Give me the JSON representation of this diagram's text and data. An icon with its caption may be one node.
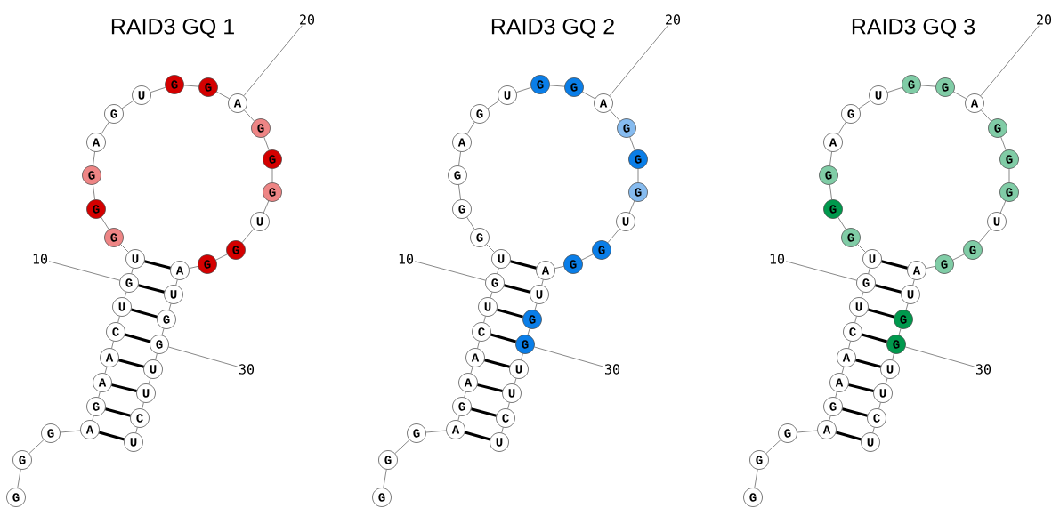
{
  "diagram": {
    "nodes": [
      {
        "text": [
          "G"
        ]
      },
      {
        "text": [
          "G"
        ]
      },
      {
        "text": [
          "G"
        ]
      },
      {
        "text": [
          "A"
        ]
      },
      {
        "text": [
          "G"
        ]
      },
      {
        "text": [
          "A"
        ]
      },
      {
        "text": [
          "A"
        ]
      },
      {
        "text": [
          "C"
        ]
      },
      {
        "text": [
          "U"
        ]
      },
      {
        "text": [
          "G"
        ]
      },
      {
        "text": [
          "U"
        ]
      },
      {
        "text": [
          "G"
        ]
      },
      {
        "text": [
          "G"
        ]
      },
      {
        "text": [
          "G"
        ]
      },
      {
        "text": [
          "A"
        ]
      },
      {
        "text": [
          "G"
        ]
      },
      {
        "text": [
          "U"
        ]
      },
      {
        "text": [
          "G"
        ]
      },
      {
        "text": [
          "G"
        ]
      },
      {
        "text": [
          "A"
        ]
      },
      {
        "text": [
          "G"
        ]
      },
      {
        "text": [
          "G"
        ]
      },
      {
        "text": [
          "G"
        ]
      },
      {
        "text": [
          "U"
        ]
      },
      {
        "text": [
          "G"
        ]
      },
      {
        "text": [
          "G"
        ]
      },
      {
        "text": [
          "A"
        ]
      },
      {
        "text": [
          "U"
        ]
      },
      {
        "text": [
          "G"
        ]
      },
      {
        "text": [
          "G"
        ]
      },
      {
        "text": [
          "U"
        ]
      },
      {
        "text": [
          "U"
        ]
      },
      {
        "text": [
          "C"
        ]
      },
      {
        "text": [
          "U"
        ]
      },
      {
        "text": [
          "10"
        ]
      },
      {
        "text": [
          "20"
        ]
      },
      {
        "text": [
          "30"
        ]
      },
      {
        "text": [
          "G"
        ]
      },
      {
        "text": [
          "G"
        ]
      },
      {
        "text": [
          "G"
        ]
      },
      {
        "text": [
          "A"
        ]
      },
      {
        "text": [
          "G"
        ]
      },
      {
        "text": [
          "A"
        ]
      },
      {
        "text": [
          "A"
        ]
      },
      {
        "text": [
          "C"
        ]
      },
      {
        "text": [
          "U"
        ]
      },
      {
        "text": [
          "G"
        ]
      },
      {
        "text": [
          "U"
        ]
      },
      {
        "text": [
          "G"
        ]
      },
      {
        "text": [
          "G"
        ]
      },
      {
        "text": [
          "G"
        ]
      },
      {
        "text": [
          "A"
        ]
      },
      {
        "text": [
          "G"
        ]
      },
      {
        "text": [
          "U"
        ]
      },
      {
        "text": [
          "G"
        ]
      },
      {
        "text": [
          "G"
        ]
      },
      {
        "text": [
          "A"
        ]
      },
      {
        "text": [
          "G"
        ]
      },
      {
        "text": [
          "G"
        ]
      },
      {
        "text": [
          "G"
        ]
      },
      {
        "text": [
          "U"
        ]
      },
      {
        "text": [
          "G"
        ]
      },
      {
        "text": [
          "G"
        ]
      },
      {
        "text": [
          "A"
        ]
      },
      {
        "text": [
          "U"
        ]
      },
      {
        "text": [
          "G"
        ]
      },
      {
        "text": [
          "G"
        ]
      },
      {
        "text": [
          "U"
        ]
      },
      {
        "text": [
          "U"
        ]
      },
      {
        "text": [
          "C"
        ]
      },
      {
        "text": [
          "U"
        ]
      },
      {
        "text": [
          "10"
        ]
      },
      {
        "text": [
          "20"
        ]
      },
      {
        "text": [
          "30"
        ]
      },
      {
        "text": [
          "G"
        ]
      },
      {
        "text": [
          "G"
        ]
      },
      {
        "text": [
          "G"
        ]
      },
      {
        "text": [
          "A"
        ]
      },
      {
        "text": [
          "G"
        ]
      },
      {
        "text": [
          "A"
        ]
      },
      {
        "text": [
          "A"
        ]
      },
      {
        "text": [
          "C"
        ]
      },
      {
        "text": [
          "U"
        ]
      },
      {
        "text": [
          "G"
        ]
      },
      {
        "text": [
          "U"
        ]
      },
      {
        "text": [
          "G"
        ]
      },
      {
        "text": [
          "G"
        ]
      },
      {
        "text": [
          "G"
        ]
      },
      {
        "text": [
          "A"
        ]
      },
      {
        "text": [
          "G"
        ]
      },
      {
        "text": [
          "U"
        ]
      },
      {
        "text": [
          "G"
        ]
      },
      {
        "text": [
          "G"
        ]
      },
      {
        "text": [
          "A"
        ]
      },
      {
        "text": [
          "G"
        ]
      },
      {
        "text": [
          "G"
        ]
      },
      {
        "text": [
          "G"
        ]
      },
      {
        "text": [
          "U"
        ]
      },
      {
        "text": [
          "G"
        ]
      },
      {
        "text": [
          "G"
        ]
      },
      {
        "text": [
          "A"
        ]
      },
      {
        "text": [
          "U"
        ]
      },
      {
        "text": [
          "G"
        ]
      },
      {
        "text": [
          "G"
        ]
      },
      {
        "text": [
          "U"
        ]
      },
      {
        "text": [
          "U"
        ]
      },
      {
        "text": [
          "C"
        ]
      },
      {
        "text": [
          "U"
        ]
      },
      {
        "text": [
          "10"
        ]
      },
      {
        "text": [
          "20"
        ]
      },
      {
        "text": [
          "30"
        ]
      }
    ],
    "edges": [
      {
        "from": 0,
        "to": 1,
        "arrow": "none"
      },
      {
        "from": 1,
        "to": 2,
        "arrow": "none"
      },
      {
        "from": 2,
        "to": 3,
        "arrow": "none"
      },
      {
        "from": 3,
        "to": 4,
        "arrow": "none"
      },
      {
        "from": 4,
        "to": 5,
        "arrow": "none"
      },
      {
        "from": 5,
        "to": 6,
        "arrow": "none"
      },
      {
        "from": 6,
        "to": 7,
        "arrow": "none"
      },
      {
        "from": 7,
        "to": 8,
        "arrow": "none"
      },
      {
        "from": 8,
        "to": 9,
        "arrow": "none"
      },
      {
        "from": 9,
        "to": 10,
        "arrow": "none"
      },
      {
        "from": 10,
        "to": 11,
        "arrow": "none"
      },
      {
        "from": 11,
        "to": 12,
        "arrow": "none"
      },
      {
        "from": 12,
        "to": 13,
        "arrow": "none"
      },
      {
        "from": 13,
        "to": 14,
        "arrow": "none"
      },
      {
        "from": 14,
        "to": 15,
        "arrow": "none"
      },
      {
        "from": 15,
        "to": 16,
        "arrow": "none"
      },
      {
        "from": 16,
        "to": 17,
        "arrow": "none"
      },
      {
        "from": 17,
        "to": 18,
        "arrow": "none"
      },
      {
        "from": 18,
        "to": 19,
        "arrow": "none"
      },
      {
        "from": 19,
        "to": 20,
        "arrow": "none"
      },
      {
        "from": 20,
        "to": 21,
        "arrow": "none"
      },
      {
        "from": 21,
        "to": 22,
        "arrow": "none"
      },
      {
        "from": 22,
        "to": 23,
        "arrow": "none"
      },
      {
        "from": 23,
        "to": 24,
        "arrow": "none"
      },
      {
        "from": 24,
        "to": 25,
        "arrow": "none"
      },
      {
        "from": 25,
        "to": 26,
        "arrow": "none"
      },
      {
        "from": 26,
        "to": 27,
        "arrow": "none"
      },
      {
        "from": 27,
        "to": 28,
        "arrow": "none"
      },
      {
        "from": 28,
        "to": 29,
        "arrow": "none"
      },
      {
        "from": 29,
        "to": 30,
        "arrow": "none"
      },
      {
        "from": 30,
        "to": 31,
        "arrow": "none"
      },
      {
        "from": 31,
        "to": 32,
        "arrow": "none"
      },
      {
        "from": 32,
        "to": 33,
        "arrow": "none"
      },
      {
        "from": 10,
        "to": 26,
        "arrow": "none",
        "style": "thick"
      },
      {
        "from": 9,
        "to": 27,
        "arrow": "none",
        "style": "thick"
      },
      {
        "from": 8,
        "to": 28,
        "arrow": "none",
        "style": "thick"
      },
      {
        "from": 7,
        "to": 29,
        "arrow": "none",
        "style": "thick"
      },
      {
        "from": 6,
        "to": 30,
        "arrow": "none",
        "style": "thick"
      },
      {
        "from": 5,
        "to": 31,
        "arrow": "none",
        "style": "thick"
      },
      {
        "from": 4,
        "to": 32,
        "arrow": "none",
        "style": "thick"
      },
      {
        "from": 3,
        "to": 33,
        "arrow": "none",
        "style": "thick"
      },
      {
        "from": 34,
        "to": 9,
        "arrow": "none"
      },
      {
        "from": 35,
        "to": 19,
        "arrow": "none"
      },
      {
        "from": 36,
        "to": 29,
        "arrow": "none"
      },
      {
        "from": 37,
        "to": 38,
        "arrow": "none"
      },
      {
        "from": 38,
        "to": 39,
        "arrow": "none"
      },
      {
        "from": 39,
        "to": 40,
        "arrow": "none"
      },
      {
        "from": 40,
        "to": 41,
        "arrow": "none"
      },
      {
        "from": 41,
        "to": 42,
        "arrow": "none"
      },
      {
        "from": 42,
        "to": 43,
        "arrow": "none"
      },
      {
        "from": 43,
        "to": 44,
        "arrow": "none"
      },
      {
        "from": 44,
        "to": 45,
        "arrow": "none"
      },
      {
        "from": 45,
        "to": 46,
        "arrow": "none"
      },
      {
        "from": 46,
        "to": 47,
        "arrow": "none"
      },
      {
        "from": 47,
        "to": 48,
        "arrow": "none"
      },
      {
        "from": 48,
        "to": 49,
        "arrow": "none"
      },
      {
        "from": 49,
        "to": 50,
        "arrow": "none"
      },
      {
        "from": 50,
        "to": 51,
        "arrow": "none"
      },
      {
        "from": 51,
        "to": 52,
        "arrow": "none"
      },
      {
        "from": 52,
        "to": 53,
        "arrow": "none"
      },
      {
        "from": 53,
        "to": 54,
        "arrow": "none"
      },
      {
        "from": 54,
        "to": 55,
        "arrow": "none"
      },
      {
        "from": 55,
        "to": 56,
        "arrow": "none"
      },
      {
        "from": 56,
        "to": 57,
        "arrow": "none"
      },
      {
        "from": 57,
        "to": 58,
        "arrow": "none"
      },
      {
        "from": 58,
        "to": 59,
        "arrow": "none"
      },
      {
        "from": 59,
        "to": 60,
        "arrow": "none"
      },
      {
        "from": 60,
        "to": 61,
        "arrow": "none"
      },
      {
        "from": 61,
        "to": 62,
        "arrow": "none"
      },
      {
        "from": 62,
        "to": 63,
        "arrow": "none"
      },
      {
        "from": 63,
        "to": 64,
        "arrow": "none"
      },
      {
        "from": 64,
        "to": 65,
        "arrow": "none"
      },
      {
        "from": 65,
        "to": 66,
        "arrow": "none"
      },
      {
        "from": 66,
        "to": 67,
        "arrow": "none"
      },
      {
        "from": 67,
        "to": 68,
        "arrow": "none"
      },
      {
        "from": 68,
        "to": 69,
        "arrow": "none"
      },
      {
        "from": 69,
        "to": 70,
        "arrow": "none"
      },
      {
        "from": 47,
        "to": 63,
        "arrow": "none",
        "style": "thick"
      },
      {
        "from": 46,
        "to": 64,
        "arrow": "none",
        "style": "thick"
      },
      {
        "from": 45,
        "to": 65,
        "arrow": "none",
        "style": "thick"
      },
      {
        "from": 44,
        "to": 66,
        "arrow": "none",
        "style": "thick"
      },
      {
        "from": 43,
        "to": 67,
        "arrow": "none",
        "style": "thick"
      },
      {
        "from": 42,
        "to": 68,
        "arrow": "none",
        "style": "thick"
      },
      {
        "from": 41,
        "to": 69,
        "arrow": "none",
        "style": "thick"
      },
      {
        "from": 40,
        "to": 70,
        "arrow": "none",
        "style": "thick"
      },
      {
        "from": 71,
        "to": 46,
        "arrow": "none"
      },
      {
        "from": 72,
        "to": 56,
        "arrow": "none"
      },
      {
        "from": 73,
        "to": 66,
        "arrow": "none"
      },
      {
        "from": 74,
        "to": 75,
        "arrow": "none"
      },
      {
        "from": 75,
        "to": 76,
        "arrow": "none"
      },
      {
        "from": 76,
        "to": 77,
        "arrow": "none"
      },
      {
        "from": 77,
        "to": 78,
        "arrow": "none"
      },
      {
        "from": 78,
        "to": 79,
        "arrow": "none"
      },
      {
        "from": 79,
        "to": 80,
        "arrow": "none"
      },
      {
        "from": 80,
        "to": 81,
        "arrow": "none"
      },
      {
        "from": 81,
        "to": 82,
        "arrow": "none"
      },
      {
        "from": 82,
        "to": 83,
        "arrow": "none"
      },
      {
        "from": 83,
        "to": 84,
        "arrow": "none"
      },
      {
        "from": 84,
        "to": 85,
        "arrow": "none"
      },
      {
        "from": 85,
        "to": 86,
        "arrow": "none"
      },
      {
        "from": 86,
        "to": 87,
        "arrow": "none"
      },
      {
        "from": 87,
        "to": 88,
        "arrow": "none"
      },
      {
        "from": 88,
        "to": 89,
        "arrow": "none"
      },
      {
        "from": 89,
        "to": 90,
        "arrow": "none"
      },
      {
        "from": 90,
        "to": 91,
        "arrow": "none"
      },
      {
        "from": 91,
        "to": 92,
        "arrow": "none"
      },
      {
        "from": 92,
        "to": 93,
        "arrow": "none"
      },
      {
        "from": 93,
        "to": 94,
        "arrow": "none"
      },
      {
        "from": 94,
        "to": 95,
        "arrow": "none"
      },
      {
        "from": 95,
        "to": 96,
        "arrow": "none"
      },
      {
        "from": 96,
        "to": 97,
        "arrow": "none"
      },
      {
        "from": 97,
        "to": 98,
        "arrow": "none"
      },
      {
        "from": 98,
        "to": 99,
        "arrow": "none"
      },
      {
        "from": 99,
        "to": 100,
        "arrow": "none"
      },
      {
        "from": 100,
        "to": 101,
        "arrow": "none"
      },
      {
        "from": 101,
        "to": 102,
        "arrow": "none"
      },
      {
        "from": 102,
        "to": 103,
        "arrow": "none"
      },
      {
        "from": 103,
        "to": 104,
        "arrow": "none"
      },
      {
        "from": 104,
        "to": 105,
        "arrow": "none"
      },
      {
        "from": 105,
        "to": 106,
        "arrow": "none"
      },
      {
        "from": 106,
        "to": 107,
        "arrow": "none"
      },
      {
        "from": 84,
        "to": 100,
        "arrow": "none",
        "style": "thick"
      },
      {
        "from": 83,
        "to": 101,
        "arrow": "none",
        "style": "thick"
      },
      {
        "from": 82,
        "to": 102,
        "arrow": "none",
        "style": "thick"
      },
      {
        "from": 81,
        "to": 103,
        "arrow": "none",
        "style": "thick"
      },
      {
        "from": 80,
        "to": 104,
        "arrow": "none",
        "style": "thick"
      },
      {
        "from": 79,
        "to": 105,
        "arrow": "none",
        "style": "thick"
      },
      {
        "from": 78,
        "to": 106,
        "arrow": "none",
        "style": "thick"
      },
      {
        "from": 77,
        "to": 107,
        "arrow": "none",
        "style": "thick"
      },
      {
        "from": 108,
        "to": 83,
        "arrow": "none"
      },
      {
        "from": 109,
        "to": 93,
        "arrow": "none"
      },
      {
        "from": 110,
        "to": 103,
        "arrow": "none"
      }
    ],
    "labels": [
      "RAID3 GQ 1",
      "RAID3 GQ 2",
      "RAID3 GQ 3"
    ]
  }
}
